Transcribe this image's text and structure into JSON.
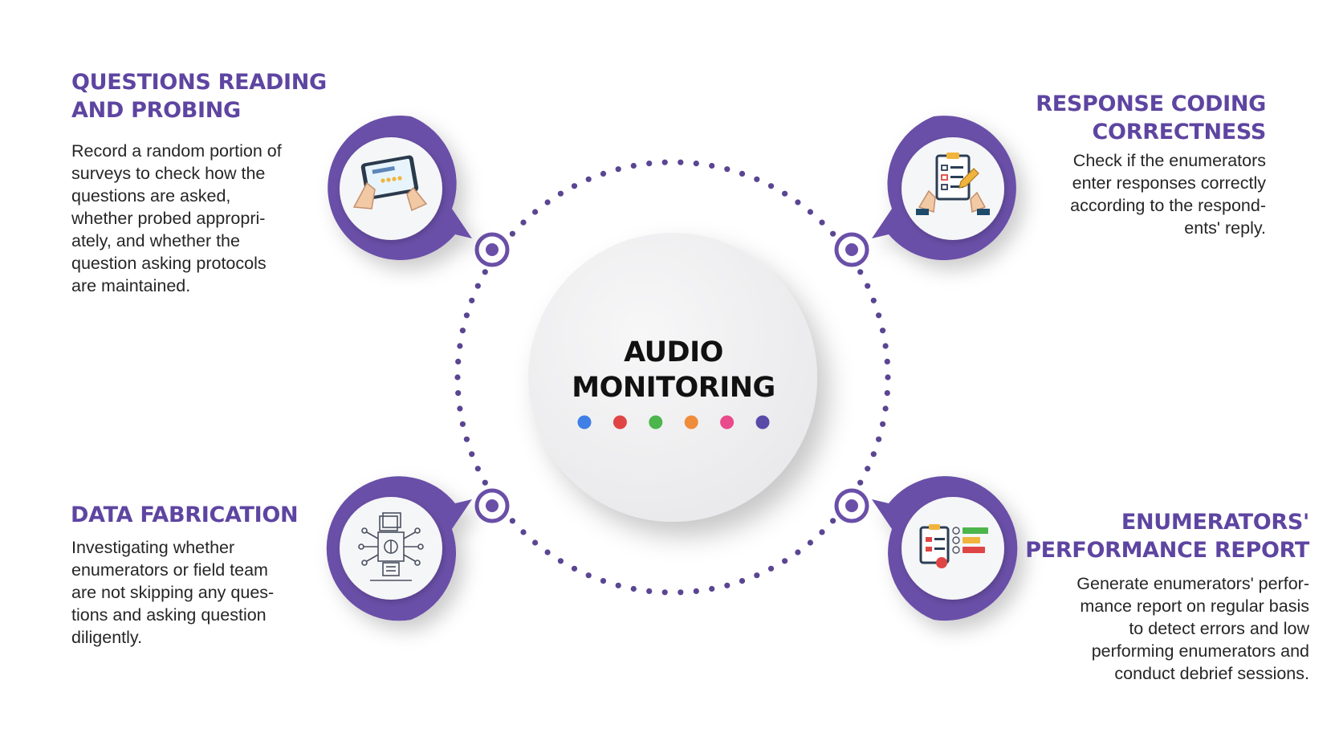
{
  "center": {
    "line1": "AUDIO",
    "line2": "MONITORING",
    "dot_colors": [
      "#3f7fe6",
      "#e04545",
      "#4cb54c",
      "#ef8c3c",
      "#e84a8c",
      "#5a4aa8"
    ]
  },
  "colors": {
    "accent": "#6a4fa8",
    "heading": "#5e45a1",
    "ring_dots": "#5a4592"
  },
  "items": [
    {
      "heading_line1": "QUESTIONS READING",
      "heading_line2": "AND PROBING",
      "desc": [
        "Record a random portion of",
        "surveys to check how the",
        "questions are asked,",
        "whether probed appropri-",
        "ately, and whether the",
        "question asking protocols",
        "are maintained."
      ],
      "icon": "tablet-survey-icon"
    },
    {
      "heading_line1": "RESPONSE CODING",
      "heading_line2": "CORRECTNESS",
      "desc": [
        "Check if the enumerators",
        "enter responses correctly",
        "according to the respond-",
        "ents' reply."
      ],
      "icon": "checklist-clipboard-icon"
    },
    {
      "heading_line1": "DATA FABRICATION",
      "heading_line2": "",
      "desc": [
        "Investigating whether",
        "enumerators or field team",
        "are not skipping any ques-",
        "tions and asking question",
        "diligently."
      ],
      "icon": "document-network-icon"
    },
    {
      "heading_line1": "ENUMERATORS'",
      "heading_line2": "PERFORMANCE REPORT",
      "desc": [
        "Generate enumerators' perfor-",
        "mance report on regular basis",
        "to detect errors and low",
        "performing enumerators and",
        "conduct debrief sessions."
      ],
      "icon": "performance-report-icon"
    }
  ]
}
